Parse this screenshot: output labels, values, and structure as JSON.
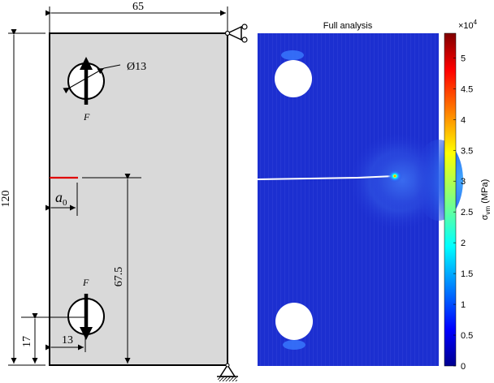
{
  "schematic": {
    "width_label": "65",
    "height_label": "120",
    "hole_diameter_label": "Ø13",
    "force_top_label": "F",
    "force_bottom_label": "F",
    "crack_length_label": "a",
    "crack_length_subscript": "0",
    "crack_height_label": "67.5",
    "hole_x_label": "13",
    "hole_y_label": "17",
    "crack_color": "#e00000",
    "plate_color": "#d9d9d9"
  },
  "contour": {
    "title": "Full analysis",
    "colorbar_multiplier_base": "×10",
    "colorbar_multiplier_exp": "4",
    "colorbar_ticks": [
      "5",
      "4.5",
      "4",
      "3.5",
      "3",
      "2.5",
      "2",
      "1.5",
      "1",
      "0.5",
      "0"
    ],
    "colorbar_label_sigma": "σ",
    "colorbar_label_sub": "vm",
    "colorbar_label_unit": " (MPa)",
    "background_color": "#1c2fd0",
    "colorbar_colors": [
      "#00008f",
      "#0000ff",
      "#0080ff",
      "#00ffff",
      "#80ff80",
      "#ffff00",
      "#ff8000",
      "#ff0000",
      "#800000"
    ]
  }
}
